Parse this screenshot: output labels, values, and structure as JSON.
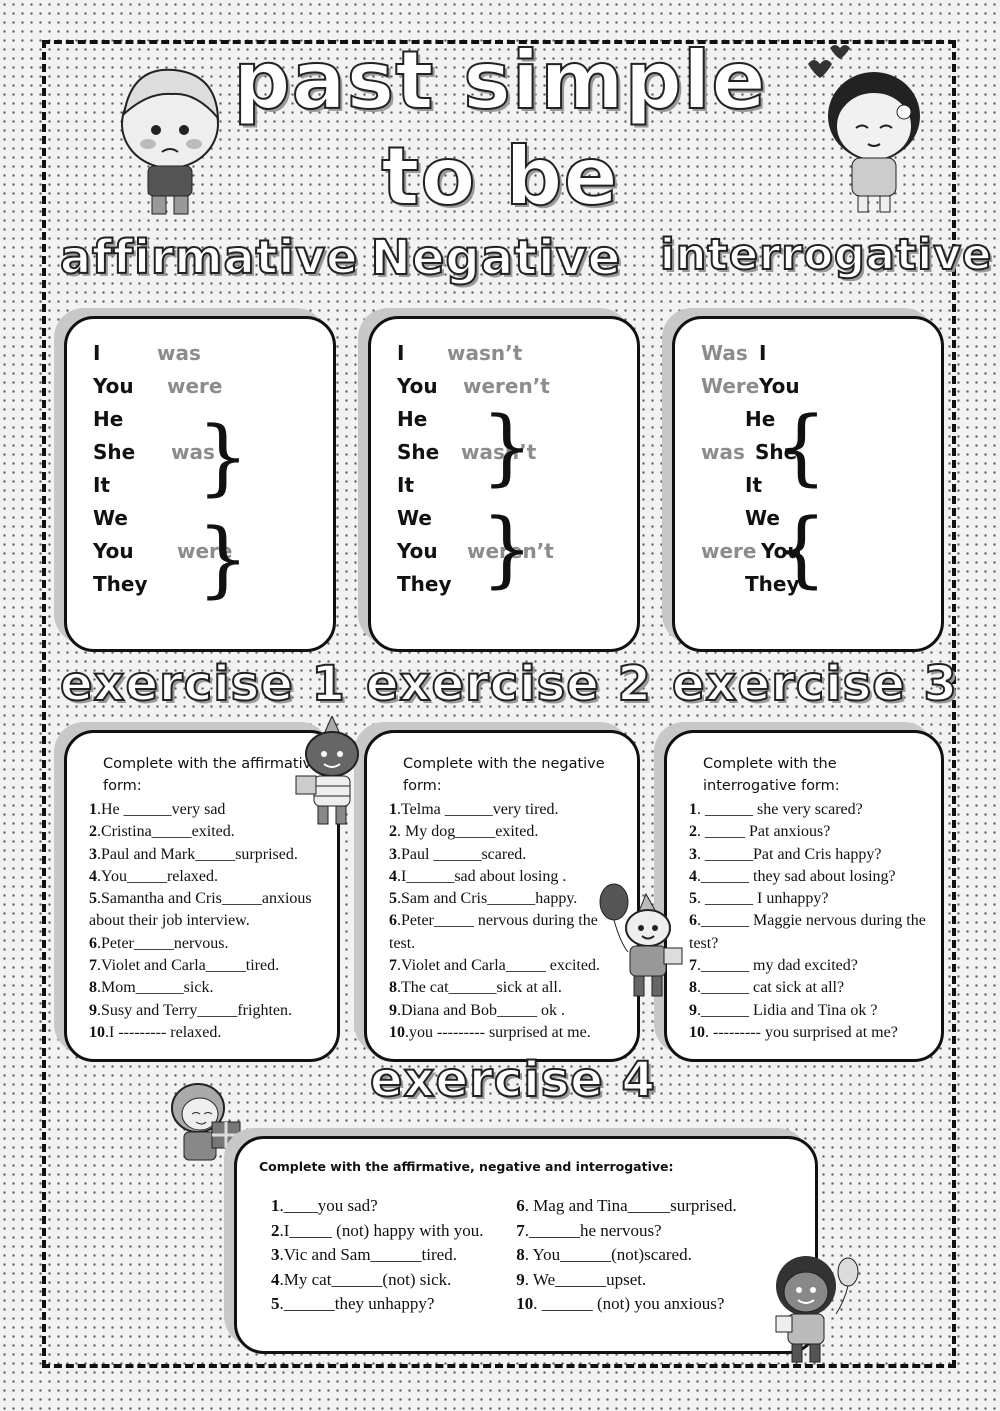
{
  "title": {
    "line1": "past simple",
    "line2": "to be"
  },
  "columns": {
    "affirmative": {
      "heading": "affirmative",
      "subjects": [
        "I",
        "You",
        "He",
        "She",
        "It",
        "We",
        "You",
        "They"
      ],
      "verbs": [
        "was",
        "were",
        "was",
        "were"
      ]
    },
    "negative": {
      "heading": "Negative",
      "subjects": [
        "I",
        "You",
        "He",
        "She",
        "It",
        "We",
        "You",
        "They"
      ],
      "verbs": [
        "wasn’t",
        "weren’t",
        "wasn’t",
        "weren’t"
      ]
    },
    "interrogative": {
      "heading": "interrogative",
      "verbs": [
        "Was",
        "Were",
        "was",
        "were"
      ],
      "subjects": [
        "I",
        "You",
        "He",
        "She",
        "It",
        "We",
        "You",
        "They"
      ]
    }
  },
  "exercise1": {
    "heading": "exercise 1",
    "instruction": "Complete with the affirmative form:",
    "items": [
      {
        "num": "1",
        "text": ".He ______very sad"
      },
      {
        "num": "2",
        "text": ".Cristina_____exited."
      },
      {
        "num": "3",
        "text": ".Paul and Mark_____surprised."
      },
      {
        "num": "4",
        "text": ".You_____relaxed."
      },
      {
        "num": "5",
        "text": ".Samantha and Cris_____anxious about their  job interview."
      },
      {
        "num": "6",
        "text": ".Peter_____nervous."
      },
      {
        "num": "7",
        "text": ".Violet and Carla_____tired."
      },
      {
        "num": "8",
        "text": ".Mom______sick."
      },
      {
        "num": "9",
        "text": ".Susy and Terry_____frighten."
      },
      {
        "num": "10",
        "text": ".I --------- relaxed."
      }
    ]
  },
  "exercise2": {
    "heading": "exercise 2",
    "instruction": "Complete with the negative form:",
    "items": [
      {
        "num": "1",
        "text": ".Telma ______very tired."
      },
      {
        "num": "2",
        "text": ". My dog_____exited."
      },
      {
        "num": "3",
        "text": ".Paul  ______scared."
      },
      {
        "num": "4",
        "text": ".I______sad about losing ."
      },
      {
        "num": "5",
        "text": ".Sam and Cris______happy."
      },
      {
        "num": "6",
        "text": ".Peter_____ nervous during the test."
      },
      {
        "num": "7",
        "text": ".Violet and Carla_____ excited."
      },
      {
        "num": "8",
        "text": ".The cat______sick at all."
      },
      {
        "num": "9",
        "text": ".Diana and  Bob_____ ok ."
      },
      {
        "num": "10",
        "text": ".you --------- surprised at me."
      }
    ]
  },
  "exercise3": {
    "heading": "exercise 3",
    "instruction": "Complete with the interrogative form:",
    "items": [
      {
        "num": "1",
        "text": ". ______ she very scared?"
      },
      {
        "num": "2",
        "text": ". _____ Pat anxious?"
      },
      {
        "num": "3",
        "text": ". ______Pat and Cris happy?"
      },
      {
        "num": "4",
        "text": ".______ they sad about losing?"
      },
      {
        "num": "5",
        "text": ". ______ I unhappy?"
      },
      {
        "num": "6",
        "text": ".______ Maggie nervous during the test?"
      },
      {
        "num": "7",
        "text": ".______ my dad excited?"
      },
      {
        "num": "8",
        "text": ".______ cat sick at all?"
      },
      {
        "num": "9",
        "text": ".______ Lidia and Tina ok ?"
      },
      {
        "num": "10",
        "text": ". --------- you surprised at me?"
      }
    ]
  },
  "exercise4": {
    "heading": "exercise 4",
    "instruction": "Complete with the affirmative, negative and interrogative:",
    "left": [
      {
        "num": "1",
        "text": ".____you sad?"
      },
      {
        "num": "2",
        "text": ".I_____ (not) happy with you."
      },
      {
        "num": "3",
        "text": ".Vic and Sam______tired."
      },
      {
        "num": "4",
        "text": ".My cat______(not) sick."
      },
      {
        "num": "5",
        "text": ".______they unhappy?"
      }
    ],
    "right": [
      {
        "num": "6",
        "text": ". Mag and Tina_____surprised."
      },
      {
        "num": "7",
        "text": ".______he nervous?"
      },
      {
        "num": "8",
        "text": ". You______(not)scared."
      },
      {
        "num": "9",
        "text": ". We______upset."
      },
      {
        "num": "10",
        "text": ". ______ (not) you anxious?"
      }
    ]
  }
}
